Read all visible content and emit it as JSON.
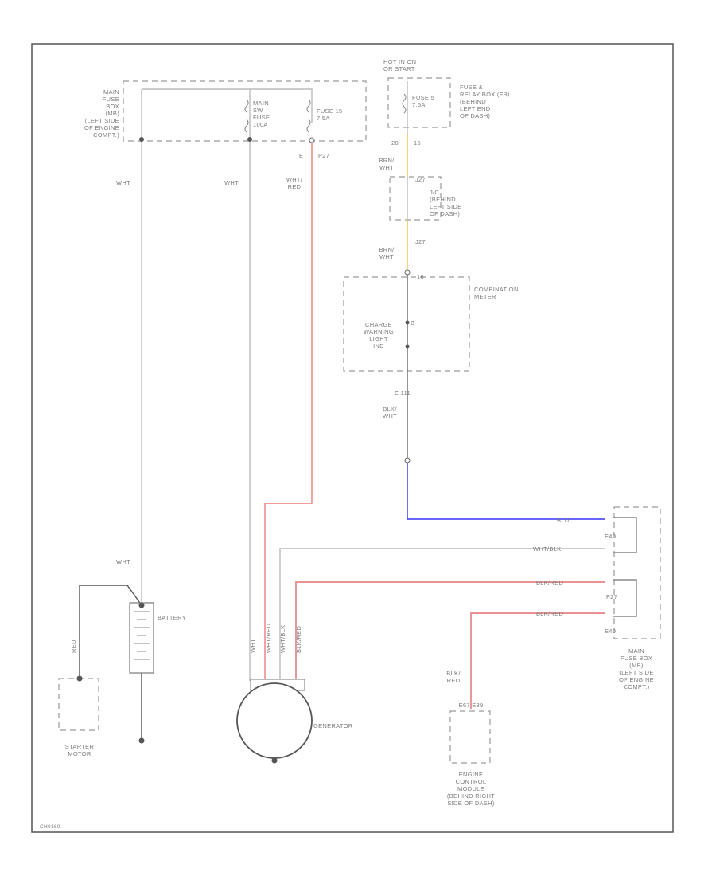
{
  "diagram_id": "CH0160",
  "labels": {
    "main_fuse_box_left": "MAIN\nFUSE\nBOX\n(MB)\n(LEFT SIDE\nOF ENGINE\nCOMPT.)",
    "main_sw_fuse": "MAIN\nSW\nFUSE\n100A",
    "fuse_15": "FUSE 15\n7.5A",
    "hot_in_on": "HOT IN ON\nOR START",
    "fuse5": "FUSE 5\n7.5A",
    "fuse_relay_box": "FUSE &\nRELAY BOX (FB)\n(BEHIND\nLEFT END\nOF DASH)",
    "jc": "J/C\n(BEHIND\nLEFT SIDE\nOF DASH)",
    "combination_meter": "COMBINATION\nMETER",
    "charge_warning": "CHARGE\nWARNING\nLIGHT\nIND",
    "battery": "BATTERY",
    "starter_motor": "STARTER\nMOTOR",
    "generator": "GENERATOR",
    "ecm": "ENGINE\nCONTROL\nMODULE\n(BEHIND RIGHT\nSIDE OF DASH)",
    "main_fuse_box_right": "MAIN\nFUSE BOX\n(MB)\n(LEFT SIDE\nOF ENGINE\nCOMPT.)",
    "ecm_pins": "E67 E39",
    "pin_p27_top": "P27",
    "pin_e": "E",
    "pin_e40_top": "E40",
    "pin_e40_bot": "E40",
    "pin_p27_mid": "P27",
    "pin_j27_top": "J27",
    "pin_j27_bot": "J27",
    "pin_20": "20",
    "pin_15": "15",
    "pin_16": "16",
    "pin_b": "B",
    "pin_e111": "E  111"
  },
  "wire_labels": {
    "wht_1": "WHT",
    "wht_2": "WHT",
    "wht_red_top": "WHT/\nRED",
    "brn_wht_1": "BRN/\nWHT",
    "brn_wht_2": "BRN/\nWHT",
    "blk_wht": "BLK/\nWHT",
    "blu": "BLU",
    "wht_blk": "WHT/BLK",
    "blk_red_1": "BLK/RED",
    "blk_red_2": "BLK/RED",
    "blk_red_ecm": "BLK/\nRED",
    "wht_battery": "WHT",
    "red": "RED",
    "gen_wht": "WHT",
    "gen_wht_red": "WHT/RED",
    "gen_wht_blk": "WHT/BLK",
    "gen_blk_red": "BLK/RED"
  },
  "colors": {
    "frame": "#555555",
    "wire_default": "#bbbbbb",
    "wire_red": "#f07a7a",
    "wire_blue": "#3333ff",
    "wire_brown_stripe": "#f0c040",
    "wire_blk_red": "#a03040",
    "wire_dark": "#555555"
  }
}
